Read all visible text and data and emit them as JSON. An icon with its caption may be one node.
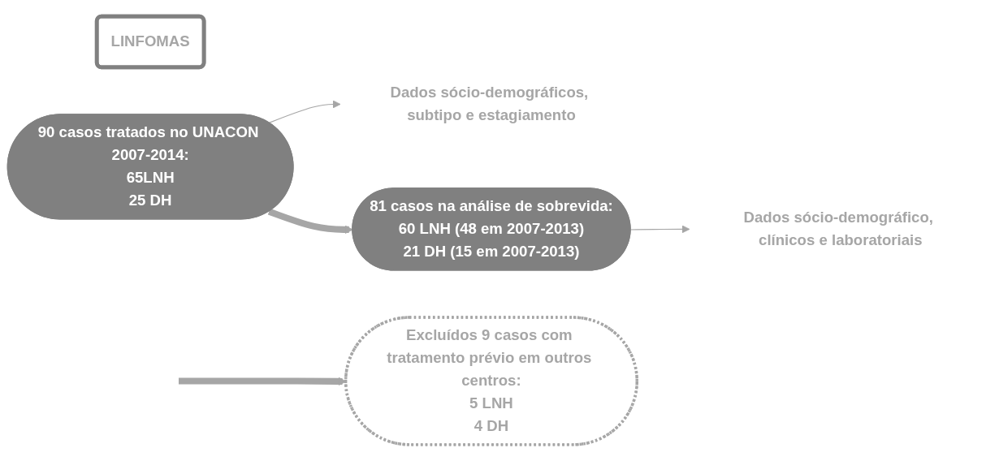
{
  "diagram": {
    "nodes": [
      {
        "text": [
          "LINFOMAS"
        ]
      },
      {
        "text": [
          "90 casos tratados no UNACON 2007-2014:",
          "65LNH",
          "25 DH"
        ]
      },
      {
        "text": [
          "Dados sócio-demográficos, subtipo e estagiamento"
        ]
      },
      {
        "text": [
          "Excluídos 9 casos com tratamento prévio em outros centros:",
          "5 LNH",
          "4 DH"
        ]
      },
      {
        "text": [
          "81 casos na análise de sobrevida:",
          "60 LNH (48 em 2007-2013)",
          "21 DH (15 em 2007-2013)"
        ]
      },
      {
        "text": [
          "Dados sócio-demográfico, clínicos e laboratoriais"
        ]
      }
    ],
    "edges": [
      {
        "from": 1,
        "to": 2,
        "arrow": "to"
      },
      {
        "from": 1,
        "to": 4,
        "arrow": "to",
        "style": "thick"
      },
      {
        "from": null,
        "to": 3,
        "arrow": "to",
        "style": "thick"
      },
      {
        "from": 4,
        "to": 5,
        "arrow": "to"
      }
    ]
  }
}
